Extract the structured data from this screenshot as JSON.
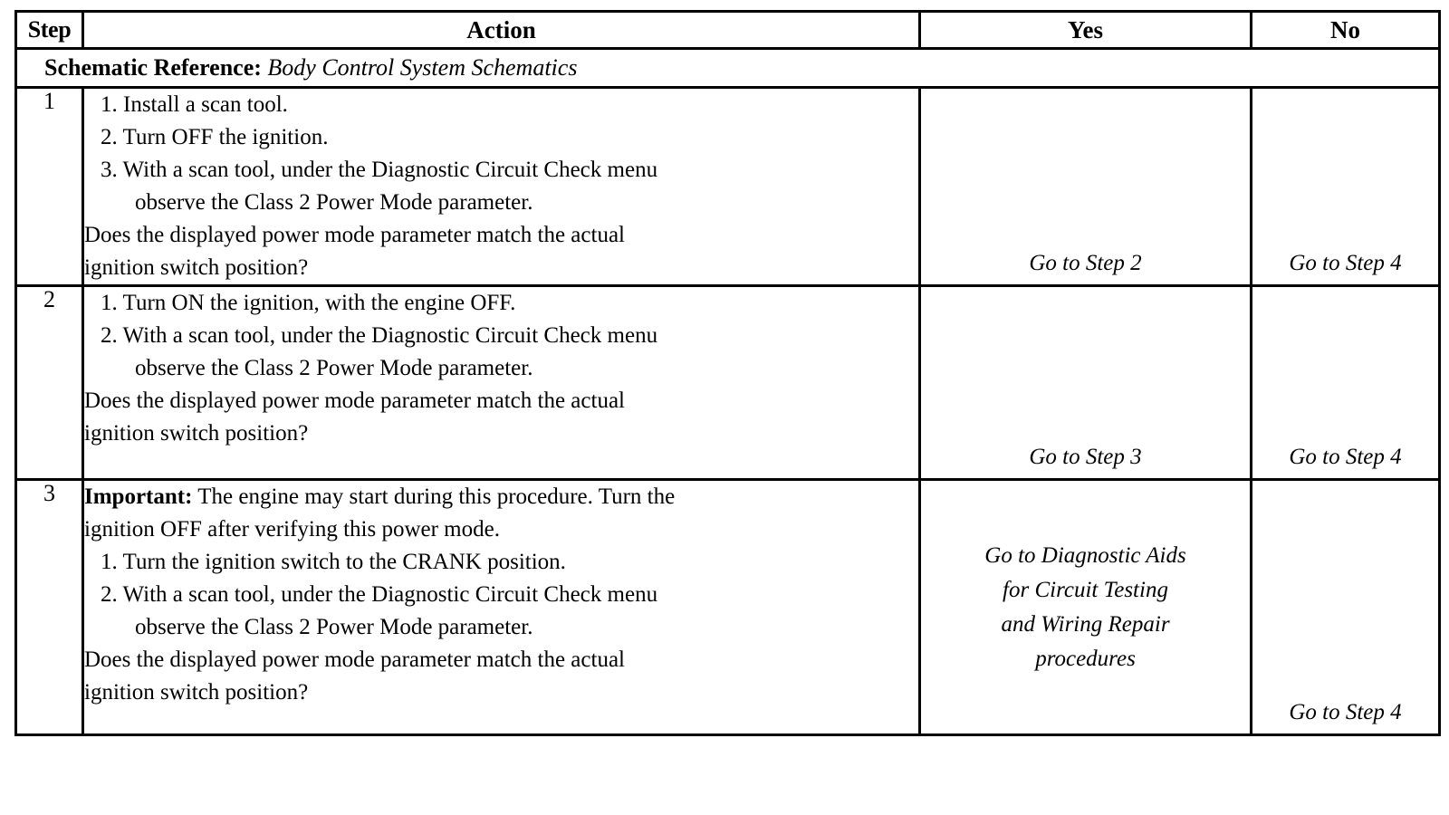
{
  "table": {
    "headers": {
      "step": "Step",
      "action": "Action",
      "yes": "Yes",
      "no": "No"
    },
    "schematic_reference": {
      "label": "Schematic Reference:",
      "value": "Body Control System Schematics"
    },
    "rows": [
      {
        "step": "1",
        "action_lines": [
          "1. Install a scan tool.",
          "2. Turn OFF the ignition.",
          "3. With a scan tool, under the Diagnostic Circuit Check menu",
          "observe the Class 2 Power Mode parameter.",
          "Does the displayed power mode parameter match the actual",
          "ignition switch position?"
        ],
        "yes": "Go to Step 2",
        "no": "Go to Step 4"
      },
      {
        "step": "2",
        "action_lines": [
          "1. Turn ON the ignition, with the engine OFF.",
          "2. With a scan tool, under the Diagnostic Circuit Check menu",
          "observe the Class 2 Power Mode parameter.",
          "Does the displayed power mode parameter match the actual",
          "ignition switch position?"
        ],
        "yes": "Go to Step 3",
        "no": "Go to Step 4"
      },
      {
        "step": "3",
        "action_lines": [
          "Important:",
          " The engine may start during this procedure. Turn the",
          "ignition OFF after verifying this power mode.",
          "1. Turn the ignition switch to the CRANK position.",
          "2. With a scan tool, under the Diagnostic Circuit Check menu",
          "observe the Class 2 Power Mode parameter.",
          "Does the displayed power mode parameter match the actual",
          "ignition switch position?"
        ],
        "yes_lines": [
          "Go to Diagnostic Aids",
          "for Circuit Testing",
          "and Wiring Repair",
          "procedures"
        ],
        "no": "Go to Step 4"
      }
    ]
  },
  "colors": {
    "border": "#000000",
    "text": "#000000",
    "background": "#ffffff"
  }
}
